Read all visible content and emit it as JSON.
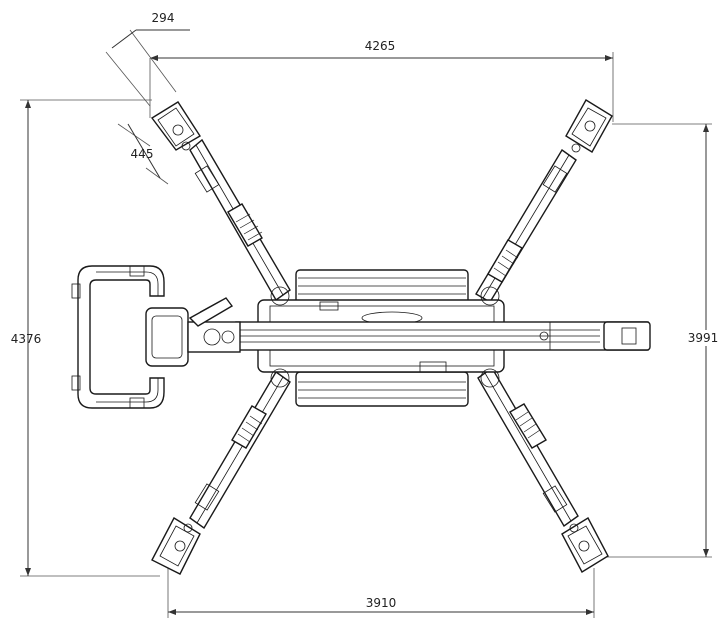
{
  "dimensions": {
    "top_width": "4265",
    "bottom_width": "3910",
    "left_height": "4376",
    "right_height": "3991",
    "pad_width": "294",
    "pad_offset": "445"
  }
}
